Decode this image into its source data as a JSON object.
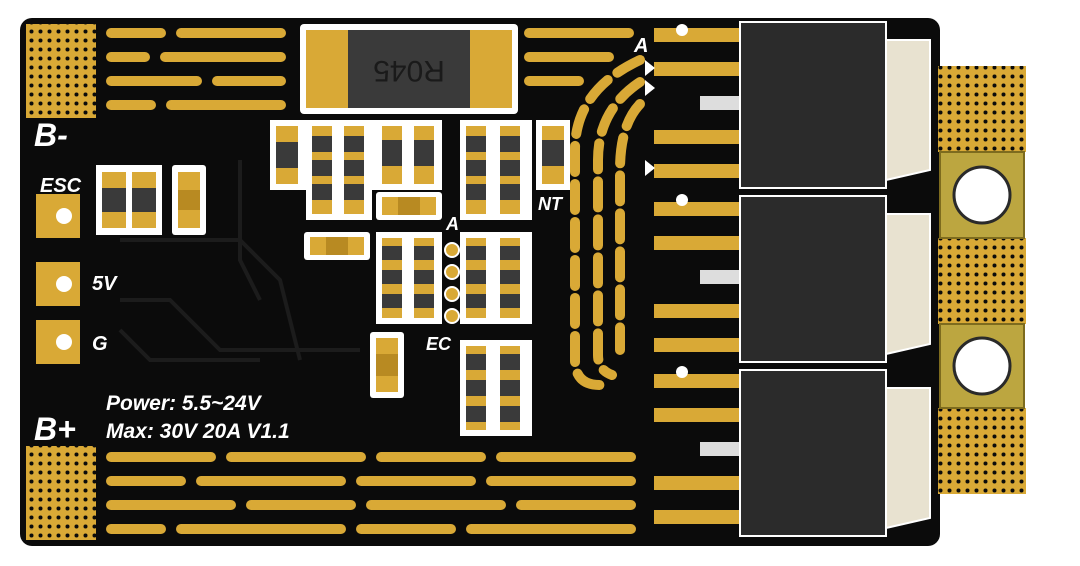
{
  "board": {
    "colors": {
      "pcb": "#0b0b0b",
      "gold": "#d9a936",
      "gold_dark": "#b88a22",
      "silk": "#ffffff",
      "component": "#3a3a3a",
      "mosfet": "#2b2b2b",
      "heat_tab": "#e8e2d0"
    },
    "labels": {
      "b_minus": "B-",
      "b_plus": "B+",
      "esc": "ESC",
      "five_v": "5V",
      "ground": "G",
      "power": "Power: 5.5~24V",
      "max": "Max: 30V 20A V1.1",
      "shunt": "R045",
      "a_top": "A",
      "a_mid": "A",
      "nt": "NT",
      "ec": "EC"
    }
  }
}
